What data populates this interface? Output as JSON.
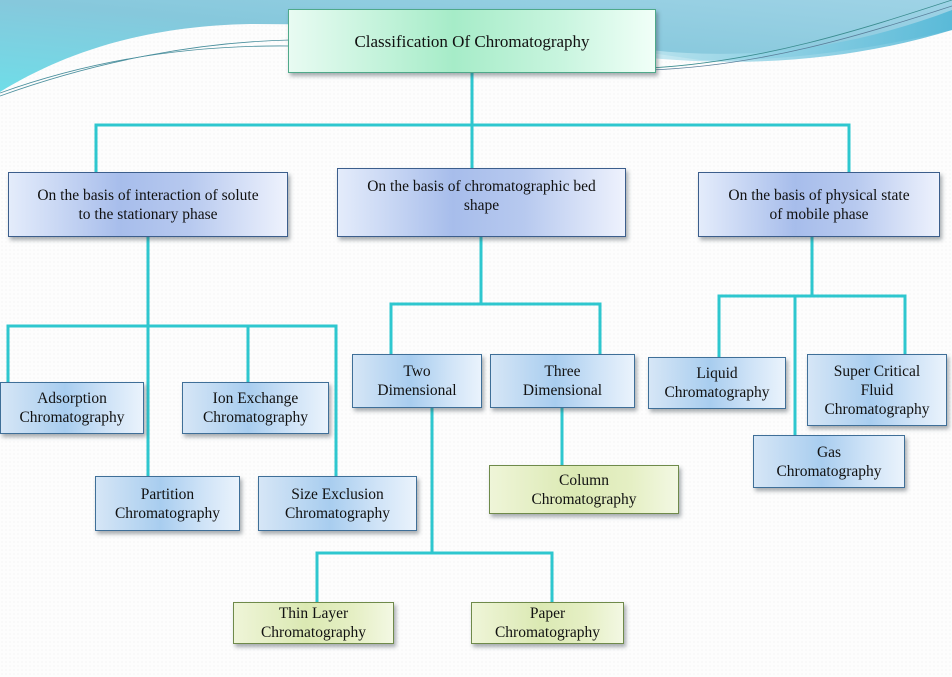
{
  "title": "Classification Of Chromatography",
  "colors": {
    "connector": "#2ec7cf",
    "root_fill": "#a6ecc8",
    "category_fill": "#a7bdeb",
    "leaf_fill": "#a8cdef",
    "final_fill": "#dbe9b3"
  },
  "categories": [
    {
      "id": "interaction",
      "label_lines": [
        "On the basis of interaction of solute",
        "to the stationary phase"
      ],
      "children": [
        {
          "id": "adsorption",
          "label_lines": [
            "Adsorption",
            "Chromatography"
          ]
        },
        {
          "id": "partition",
          "label_lines": [
            "Partition",
            "Chromatography"
          ]
        },
        {
          "id": "ion-exchange",
          "label_lines": [
            "Ion Exchange",
            "Chromatography"
          ]
        },
        {
          "id": "size-exclusion",
          "label_lines": [
            "Size Exclusion",
            "Chromatography"
          ]
        }
      ]
    },
    {
      "id": "bed-shape",
      "label_lines": [
        "On the basis of chromatographic bed",
        "shape"
      ],
      "children": [
        {
          "id": "two-dimensional",
          "label_lines": [
            "Two",
            "Dimensional"
          ],
          "children": [
            {
              "id": "thin-layer",
              "label_lines": [
                "Thin Layer",
                "Chromatography"
              ]
            },
            {
              "id": "paper",
              "label_lines": [
                "Paper",
                "Chromatography"
              ]
            }
          ]
        },
        {
          "id": "three-dimensional",
          "label_lines": [
            "Three",
            "Dimensional"
          ],
          "children": [
            {
              "id": "column",
              "label_lines": [
                "Column",
                "Chromatography"
              ]
            }
          ]
        }
      ]
    },
    {
      "id": "mobile-phase",
      "label_lines": [
        "On the basis of physical state",
        "of mobile phase"
      ],
      "children": [
        {
          "id": "liquid",
          "label_lines": [
            "Liquid",
            "Chromatography"
          ]
        },
        {
          "id": "gas",
          "label_lines": [
            "Gas",
            "Chromatography"
          ]
        },
        {
          "id": "supercritical",
          "label_lines": [
            "Super Critical",
            "Fluid",
            "Chromatography"
          ]
        }
      ]
    }
  ]
}
